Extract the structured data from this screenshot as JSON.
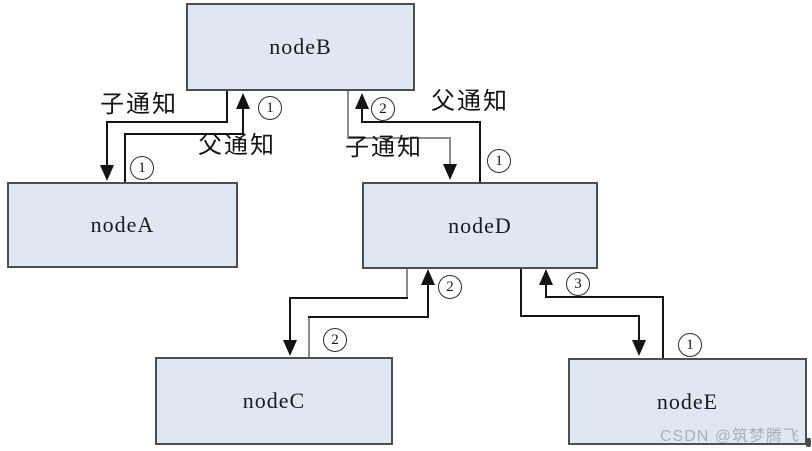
{
  "diagram": {
    "nodes": {
      "a": "nodeA",
      "b": "nodeB",
      "c": "nodeC",
      "d": "nodeD",
      "e": "nodeE"
    },
    "edge_labels": {
      "ab_child": "子通知",
      "ab_parent": "父通知",
      "bd_parent": "父通知",
      "bd_child": "子通知"
    },
    "badges": {
      "near_b_left": "1",
      "near_a": "1",
      "near_b_right": "2",
      "near_d_top": "1",
      "near_c": "2",
      "near_d_bottom_left": "2",
      "near_d_bottom_right": "3",
      "near_e": "1"
    },
    "colors": {
      "node_fill": "#dfe7f3",
      "node_border": "#4e4e4e",
      "line": "#141414",
      "line_alt": "#8c8c8c",
      "watermark_text": "#a9b0ba"
    },
    "watermark": "CSDN @筑梦腾飞"
  }
}
